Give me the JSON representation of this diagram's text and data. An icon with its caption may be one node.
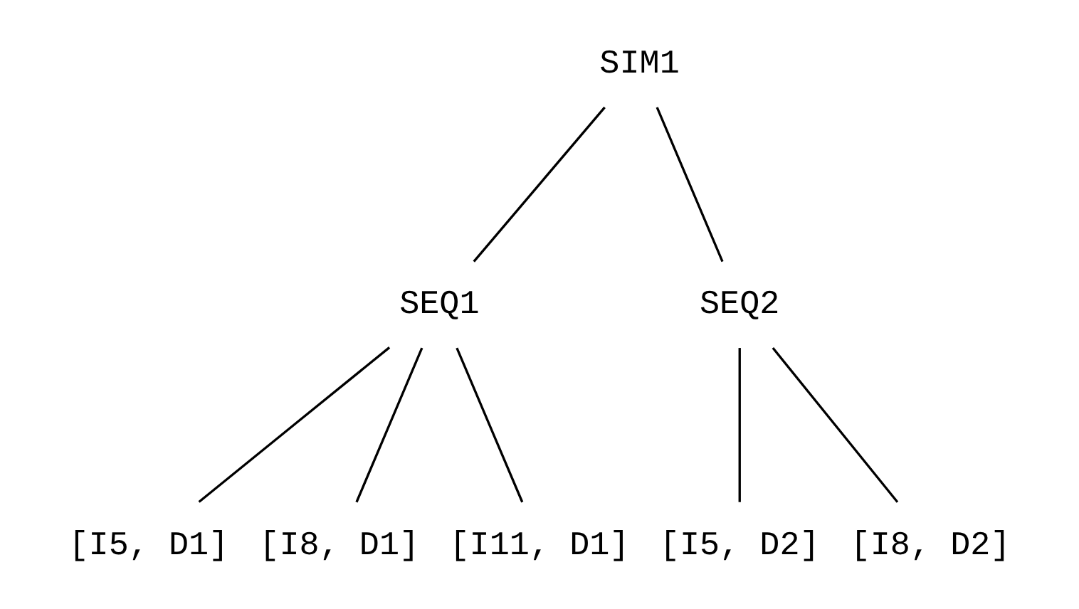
{
  "diagram": {
    "nodes": [
      {
        "text": [
          "SIM1"
        ]
      },
      {
        "text": [
          "SEQ1"
        ]
      },
      {
        "text": [
          "SEQ2"
        ]
      },
      {
        "text": [
          "[I5, D1]"
        ]
      },
      {
        "text": [
          "[I8, D1]"
        ]
      },
      {
        "text": [
          "[I11, D1]"
        ]
      },
      {
        "text": [
          "[I5, D2]"
        ]
      },
      {
        "text": [
          "[I8, D2]"
        ]
      }
    ],
    "edges": [
      {
        "from": 0,
        "to": 1,
        "arrow": "none"
      },
      {
        "from": 0,
        "to": 2,
        "arrow": "none"
      },
      {
        "from": 1,
        "to": 3,
        "arrow": "none"
      },
      {
        "from": 1,
        "to": 4,
        "arrow": "none"
      },
      {
        "from": 1,
        "to": 5,
        "arrow": "none"
      },
      {
        "from": 2,
        "to": 6,
        "arrow": "none"
      },
      {
        "from": 2,
        "to": 7,
        "arrow": "none"
      }
    ]
  }
}
